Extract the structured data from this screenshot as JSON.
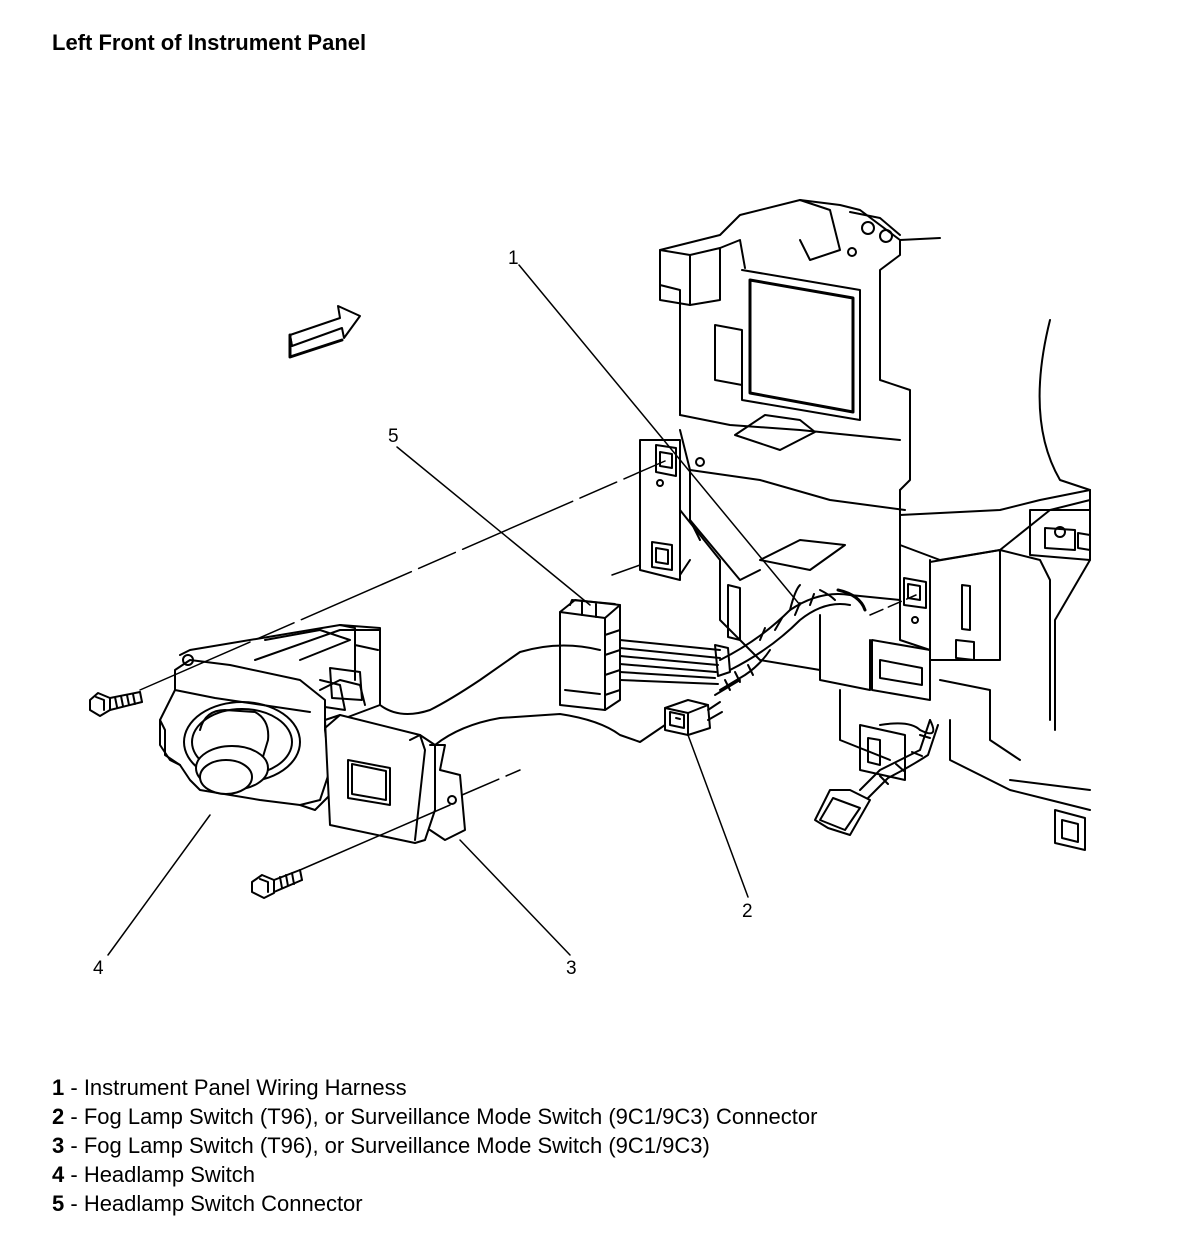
{
  "title": "Left Front of Instrument Panel",
  "callouts": [
    {
      "number": "1",
      "label": "Instrument Panel Wiring Harness"
    },
    {
      "number": "2",
      "label": "Fog Lamp Switch (T96), or Surveillance Mode Switch (9C1/9C3) Connector"
    },
    {
      "number": "3",
      "label": "Fog Lamp Switch (T96), or Surveillance Mode Switch (9C1/9C3)"
    },
    {
      "number": "4",
      "label": "Headlamp Switch"
    },
    {
      "number": "5",
      "label": "Headlamp Switch Connector"
    }
  ],
  "legend_separator": " - ",
  "colors": {
    "line": "#000000",
    "background": "#ffffff"
  }
}
